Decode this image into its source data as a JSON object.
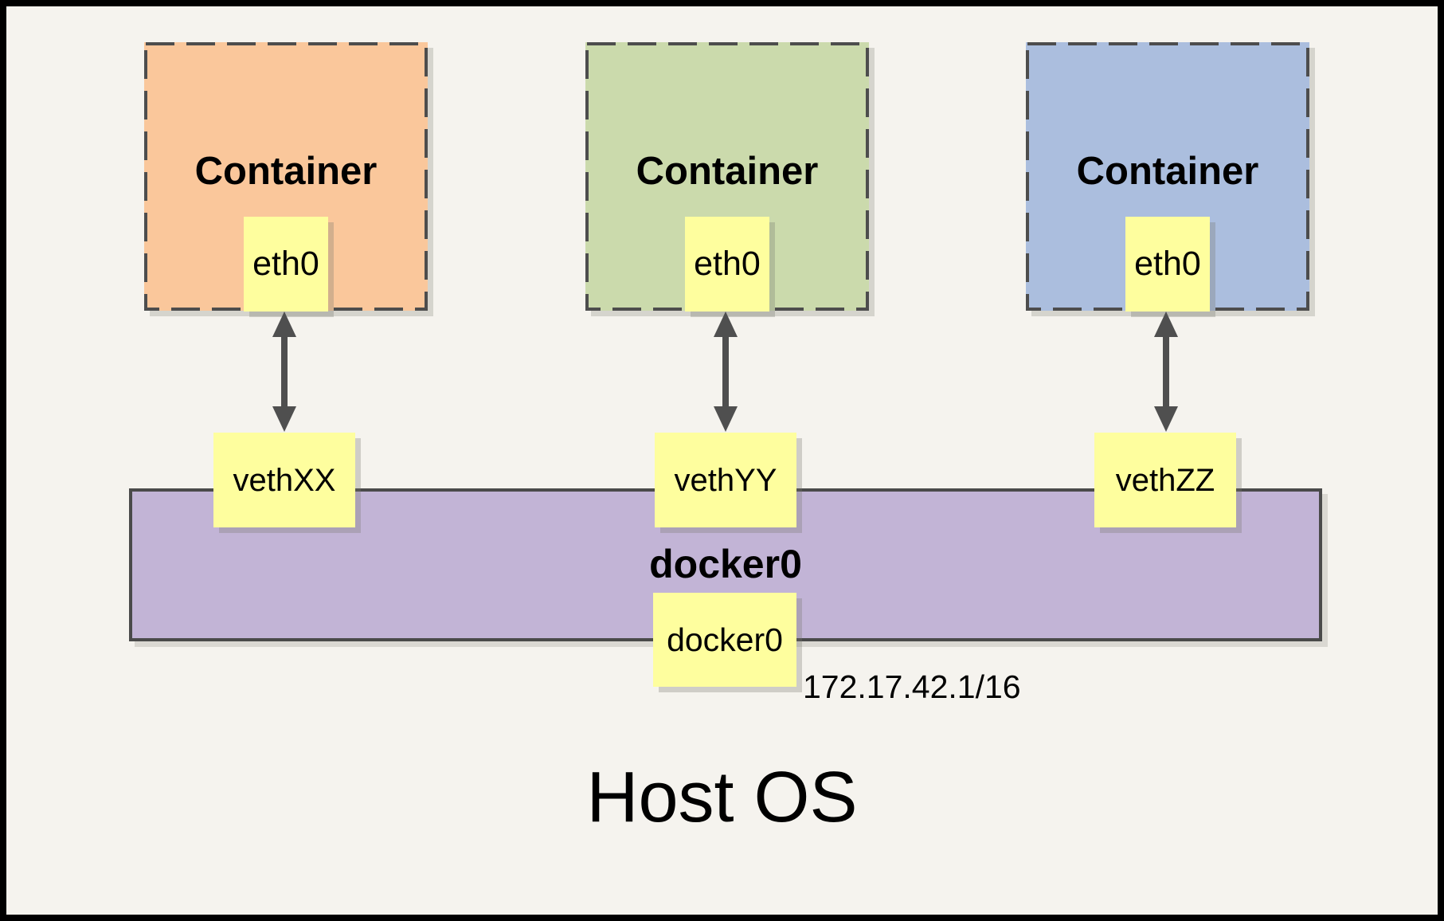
{
  "containers": [
    {
      "title": "Container",
      "interface": "eth0",
      "fill": "#FAC79B"
    },
    {
      "title": "Container",
      "interface": "eth0",
      "fill": "#CBDAAC"
    },
    {
      "title": "Container",
      "interface": "eth0",
      "fill": "#ABBEDE"
    }
  ],
  "veths": [
    {
      "label": "vethXX"
    },
    {
      "label": "vethYY"
    },
    {
      "label": "vethZZ"
    }
  ],
  "bridge": {
    "title": "docker0",
    "interface": "docker0",
    "ip": "172.17.42.1/16",
    "fill": "#C2B4D6"
  },
  "host": {
    "label": "Host OS"
  },
  "colors": {
    "background": "#F5F3EE",
    "frame": "#000000",
    "note_yellow": "#FEFE9E",
    "dash_gray": "#4D4D4D",
    "arrow_gray": "#4F4F4F"
  }
}
